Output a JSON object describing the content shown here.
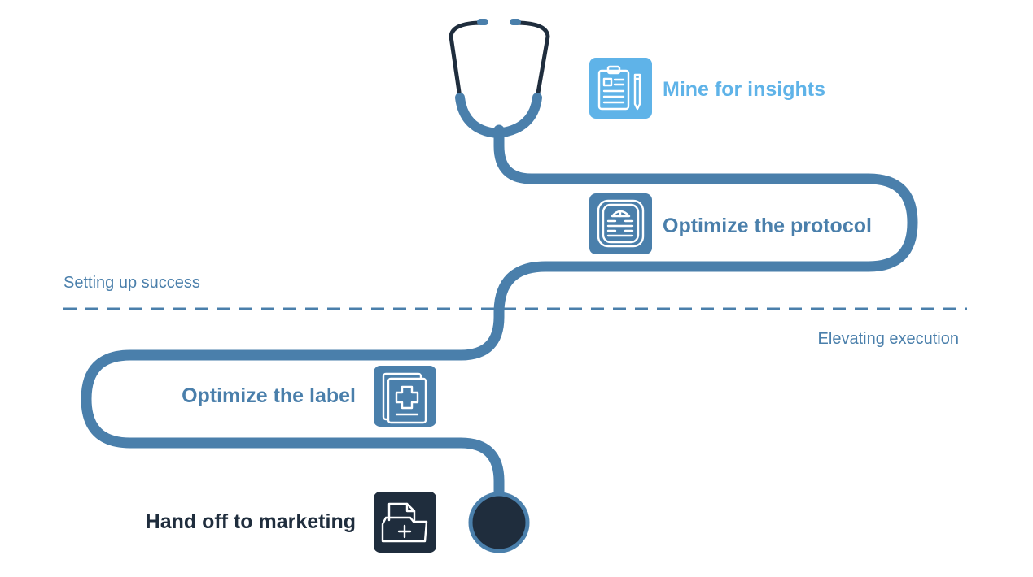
{
  "colors": {
    "path": "#4a7fab",
    "tube_dark": "#1f2d3d",
    "light_blue": "#5fb3e8",
    "mid_blue": "#4a7fab",
    "dark_navy": "#1f2d3d",
    "white": "#ffffff"
  },
  "zones": {
    "upper_label": "Setting up success",
    "lower_label": "Elevating execution"
  },
  "steps": [
    {
      "label": "Mine for insights",
      "icon": "clipboard-pencil-icon",
      "color": "#5fb3e8"
    },
    {
      "label": "Optimize the protocol",
      "icon": "protocol-document-icon",
      "color": "#4a7fab"
    },
    {
      "label": "Optimize the label",
      "icon": "medical-label-icon",
      "color": "#4a7fab"
    },
    {
      "label": "Hand off to marketing",
      "icon": "folder-plus-icon",
      "color": "#1f2d3d"
    }
  ]
}
